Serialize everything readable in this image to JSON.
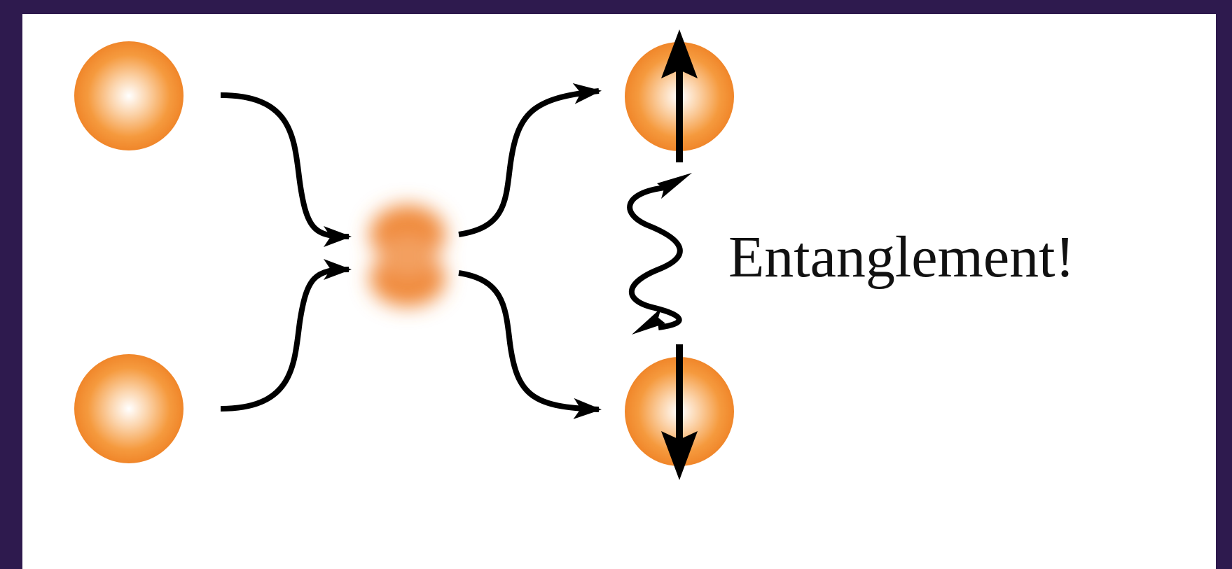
{
  "diagram": {
    "label": "Entanglement!",
    "particle_color": "#f2892e",
    "particle_highlight": "#ffffff",
    "arrow_color": "#000000",
    "border_color": "#2e1a4e",
    "icons": {
      "incoming_particles": "sphere",
      "collision": "blurred-merging-spheres",
      "outgoing_particles": "sphere-with-spin-arrow",
      "link": "wavy-double-arrow"
    }
  }
}
